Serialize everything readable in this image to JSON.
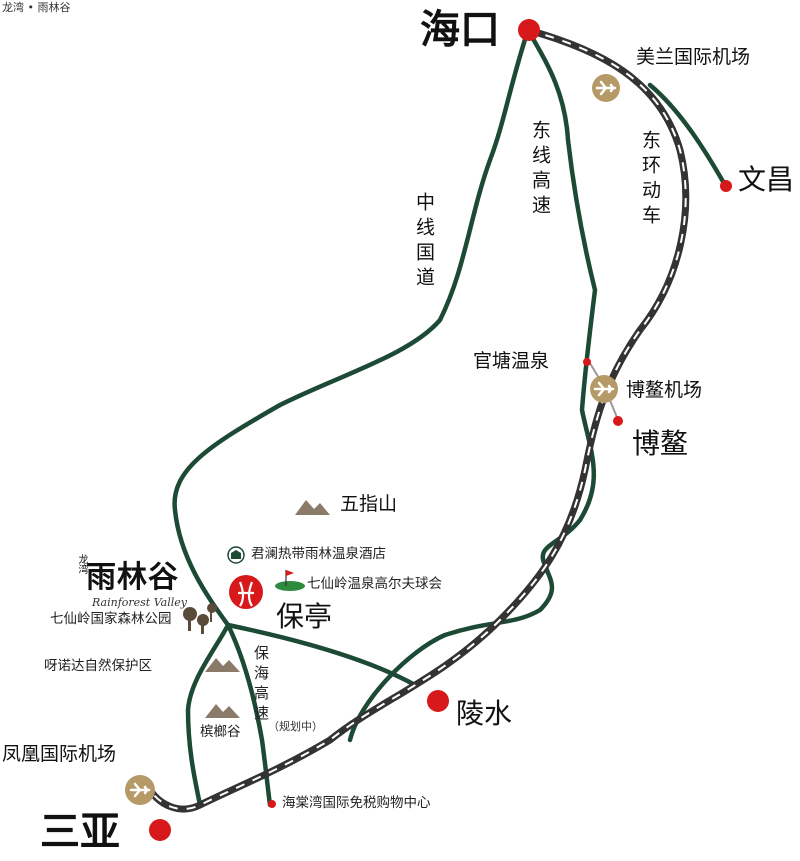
{
  "header": {
    "caption": "龙湾 • 雨林谷"
  },
  "cities": {
    "haikou": "海口",
    "wenchang": "文昌",
    "boao": "博鳌",
    "lingshui": "陵水",
    "sanya": "三亚"
  },
  "airports": {
    "meilan": "美兰国际机场",
    "boao": "博鳌机场",
    "phoenix": "凤凰国际机场"
  },
  "routes": {
    "central_road": "中线国道",
    "east_expressway": "东线高速",
    "east_rail": "东环动车",
    "baohai_expressway": "保海高速",
    "baohai_note": "（规划中）"
  },
  "places": {
    "guantang": "官塘温泉",
    "wuzhishan": "五指山",
    "junlan_hotel": "君澜热带雨林温泉酒店",
    "golf": "七仙岭温泉高尔夫球会",
    "baoting": "保亭",
    "forest_park": "七仙岭国家森林公园",
    "yanuoda": "呀诺达自然保护区",
    "binlanggu": "槟榔谷",
    "haitang": "海棠湾国际免税购物中心"
  },
  "logo": {
    "prefix": "龙湾",
    "main": "雨林谷",
    "sub": "Rainforest Valley"
  },
  "colors": {
    "road": "#1d4a35",
    "rail": "#3a3a3a",
    "city": "#d7191c",
    "airport": "#b59a67"
  }
}
